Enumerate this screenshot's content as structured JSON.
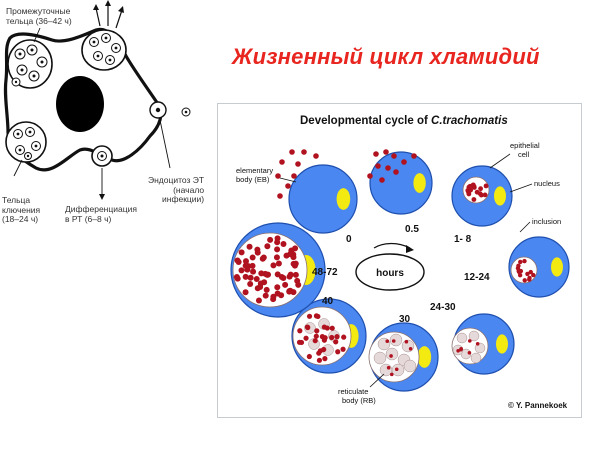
{
  "slide_title": "Жизненный цикл хламидий",
  "left_figure": {
    "labels": {
      "intermediate_line1": "Промежуточные",
      "intermediate_line2": "тельца (36–42 ч)",
      "eb_line1": "Тельца",
      "eb_line2": "ключения",
      "eb_line3": "(18–24 ч)",
      "differentiation_line1": "Дифференциация",
      "differentiation_line2": "в РТ (6–8 ч)",
      "endocytosis_line1": "Эндоцитоз ЭТ",
      "endocytosis_line2": "(начало",
      "endocytosis_line3": "инфекции)"
    }
  },
  "cycle_diagram": {
    "title_prefix": "Developmental cycle of ",
    "title_species": "C.trachomatis",
    "center_label": "hours",
    "time_labels": {
      "t0": "0",
      "t0_5": "0.5",
      "t1_8": "1- 8",
      "t12_24": "12-24",
      "t24_30": "24-30",
      "t30": "30",
      "t40": "40",
      "t48_72": "48-72"
    },
    "annotations": {
      "eb_line1": "elementary",
      "eb_line2": "body (EB)",
      "epithelial_line1": "epithelial",
      "epithelial_line2": "cell",
      "nucleus": "nucleus",
      "inclusion": "inclusion",
      "rb_line1": "reticulate",
      "rb_line2": "body (RB)"
    },
    "copyright": "© Y. Pannekoek",
    "colors": {
      "cell_fill": "#4a87f0",
      "cell_stroke": "#1e4fae",
      "nucleus": "#f3ea12",
      "elementary_body": "#b0121f",
      "reticulate_body": "#e6d9d9",
      "slide_title": "#e8251f"
    }
  }
}
